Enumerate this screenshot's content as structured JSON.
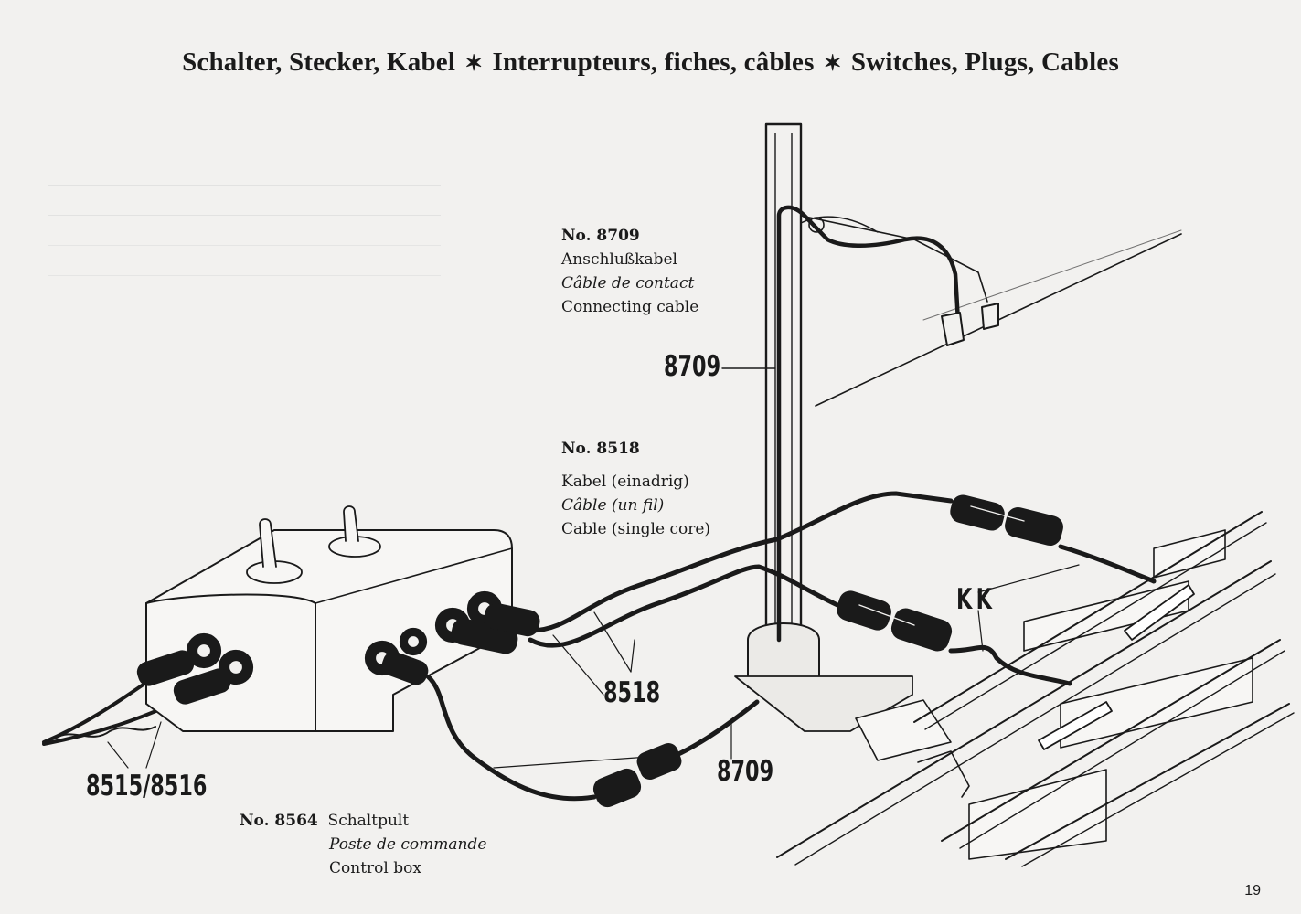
{
  "header": {
    "part1": "Schalter, Stecker, Kabel",
    "part2": "Interrupteurs, fiches, câbles",
    "part3": "Switches, Plugs, Cables",
    "separator": "✶"
  },
  "items": [
    {
      "number": "No. 8709",
      "de": "Anschlußkabel",
      "fr": "Câble de contact",
      "en": "Connecting cable"
    },
    {
      "number": "No. 8518",
      "de": "Kabel (einadrig)",
      "fr": "Câble (un fil)",
      "en": "Cable (single core)"
    },
    {
      "number": "No. 8564",
      "de": "Schaltpult",
      "fr": "Poste de commande",
      "en": "Control box"
    }
  ],
  "callouts": {
    "c8709_top": "8709",
    "c8518": "8518",
    "c8709_bottom": "8709",
    "c8515": "8515/8516",
    "kk": "KK"
  },
  "page_number": "19",
  "colors": {
    "paper": "#f2f1ef",
    "ink": "#1a1a1a",
    "bleed": "#c9c9c9"
  }
}
